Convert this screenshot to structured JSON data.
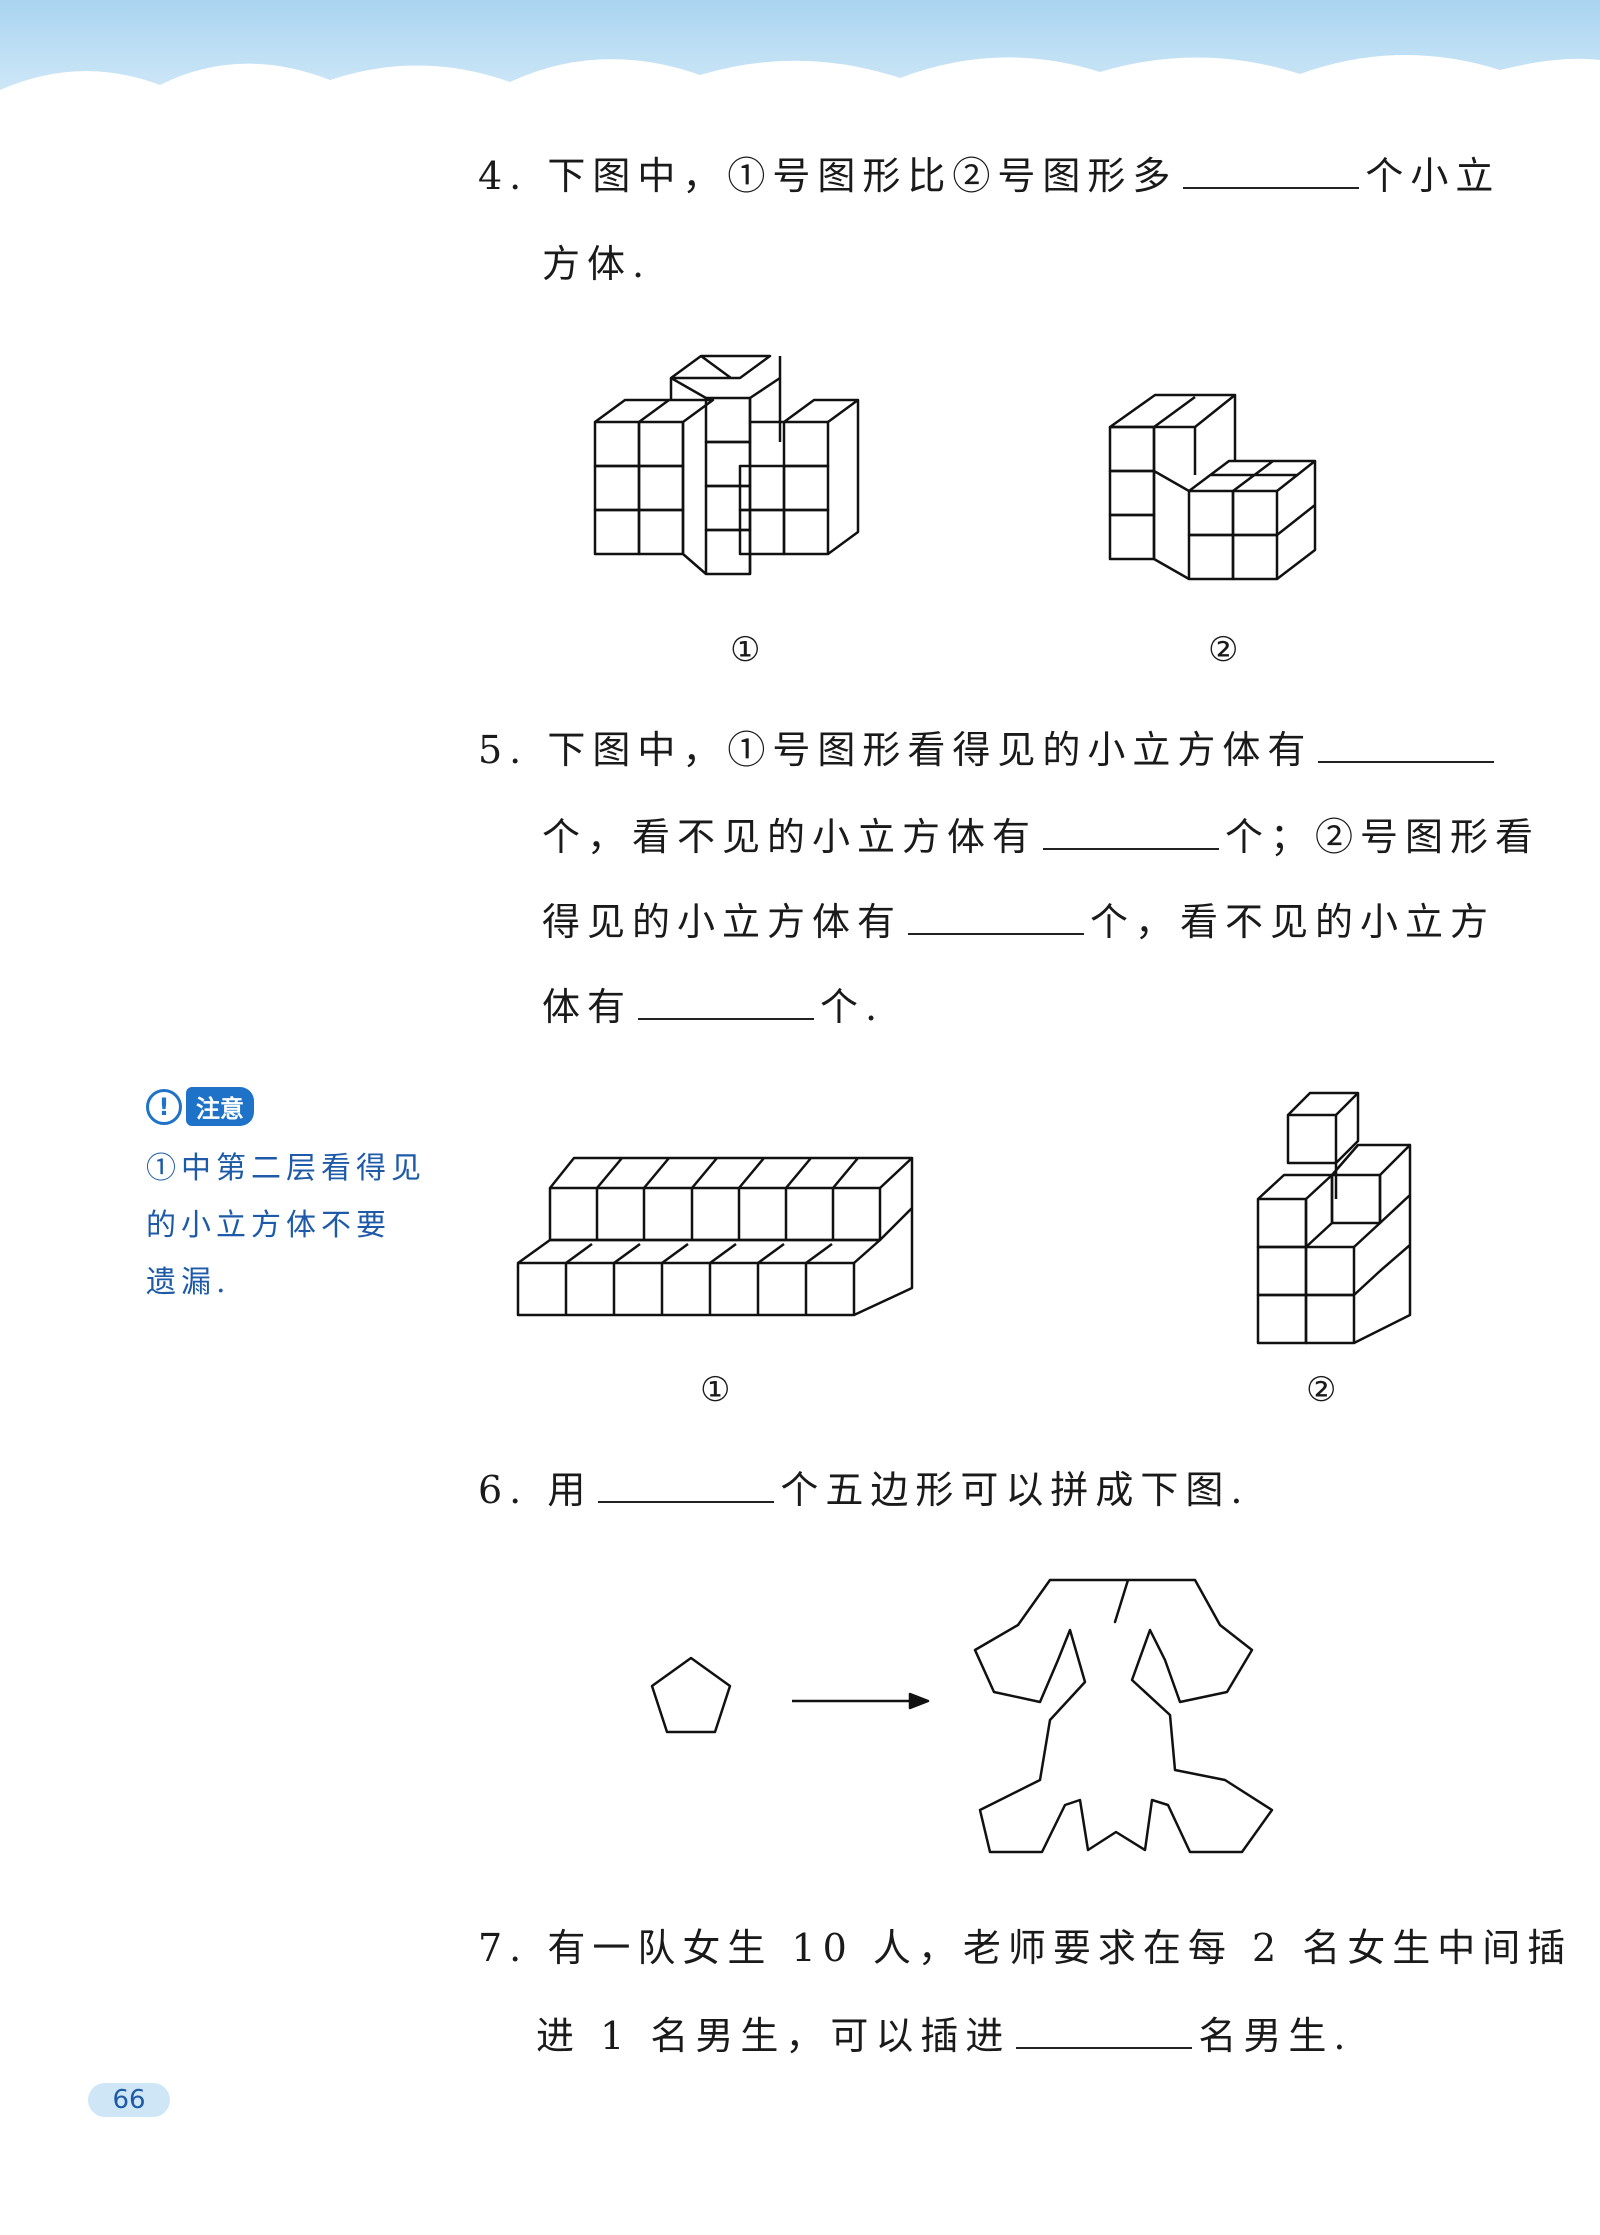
{
  "q4": {
    "num": "4.",
    "line1": "下图中，①号图形比②号图形多",
    "line1_tail": "个小立",
    "line2": "方体.",
    "label1": "①",
    "label2": "②"
  },
  "q5": {
    "num": "5.",
    "line1": "下图中，①号图形看得见的小立方体有",
    "line2_a": "个，看不见的小立方体有",
    "line2_b": "个；②号图形看",
    "line3_a": "得见的小立方体有",
    "line3_b": "个，看不见的小立方",
    "line4_a": "体有",
    "line4_b": "个.",
    "label1": "①",
    "label2": "②"
  },
  "note": {
    "icon": "!",
    "tag": "注意",
    "text_line1": "①中第二层看得见",
    "text_line2": "的小立方体不要",
    "text_line3": "遗漏."
  },
  "q6": {
    "num": "6.",
    "prefix": "用",
    "suffix": "个五边形可以拼成下图."
  },
  "q7": {
    "num": "7.",
    "line1": "有一队女生 10 人，老师要求在每 2 名女生中间插",
    "line2_a": "进 1 名男生，可以插进",
    "line2_b": "名男生."
  },
  "page": {
    "number": "66"
  },
  "colors": {
    "accent_blue": "#1e73c8",
    "note_text": "#1e5aa8",
    "sky_top": "#a9d4f0"
  }
}
